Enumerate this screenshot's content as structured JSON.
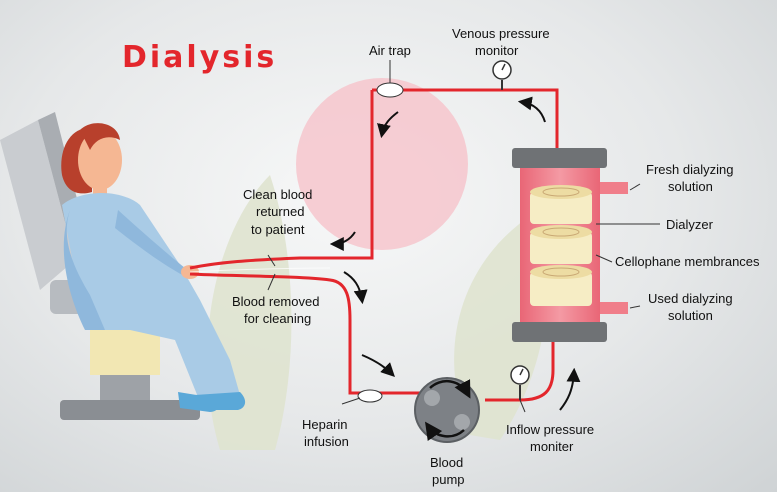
{
  "title": "Dialysis",
  "labels": {
    "air_trap": "Air trap",
    "venous_1": "Venous pressure",
    "venous_2": "monitor",
    "clean_1": "Clean blood",
    "clean_2": "returned",
    "clean_3": "to patient",
    "removed_1": "Blood removed",
    "removed_2": "for cleaning",
    "heparin_1": "Heparin",
    "heparin_2": "infusion",
    "pump_1": "Blood",
    "pump_2": "pump",
    "inflow_1": "Inflow pressure",
    "inflow_2": "moniter",
    "fresh_1": "Fresh dialyzing",
    "fresh_2": "solution",
    "dialyzer": "Dialyzer",
    "cellophane": "Cellophane membrances",
    "used_1": "Used dialyzing",
    "used_2": "solution"
  },
  "colors": {
    "blood": "#e3262c",
    "accent_title": "#e3262c",
    "dialyzer_body": "#f07e8a",
    "membrane": "#f6edc5",
    "cap": "#6f7275",
    "gown": "#a9cbe6",
    "hair": "#b8402c",
    "skin": "#f5b793"
  }
}
